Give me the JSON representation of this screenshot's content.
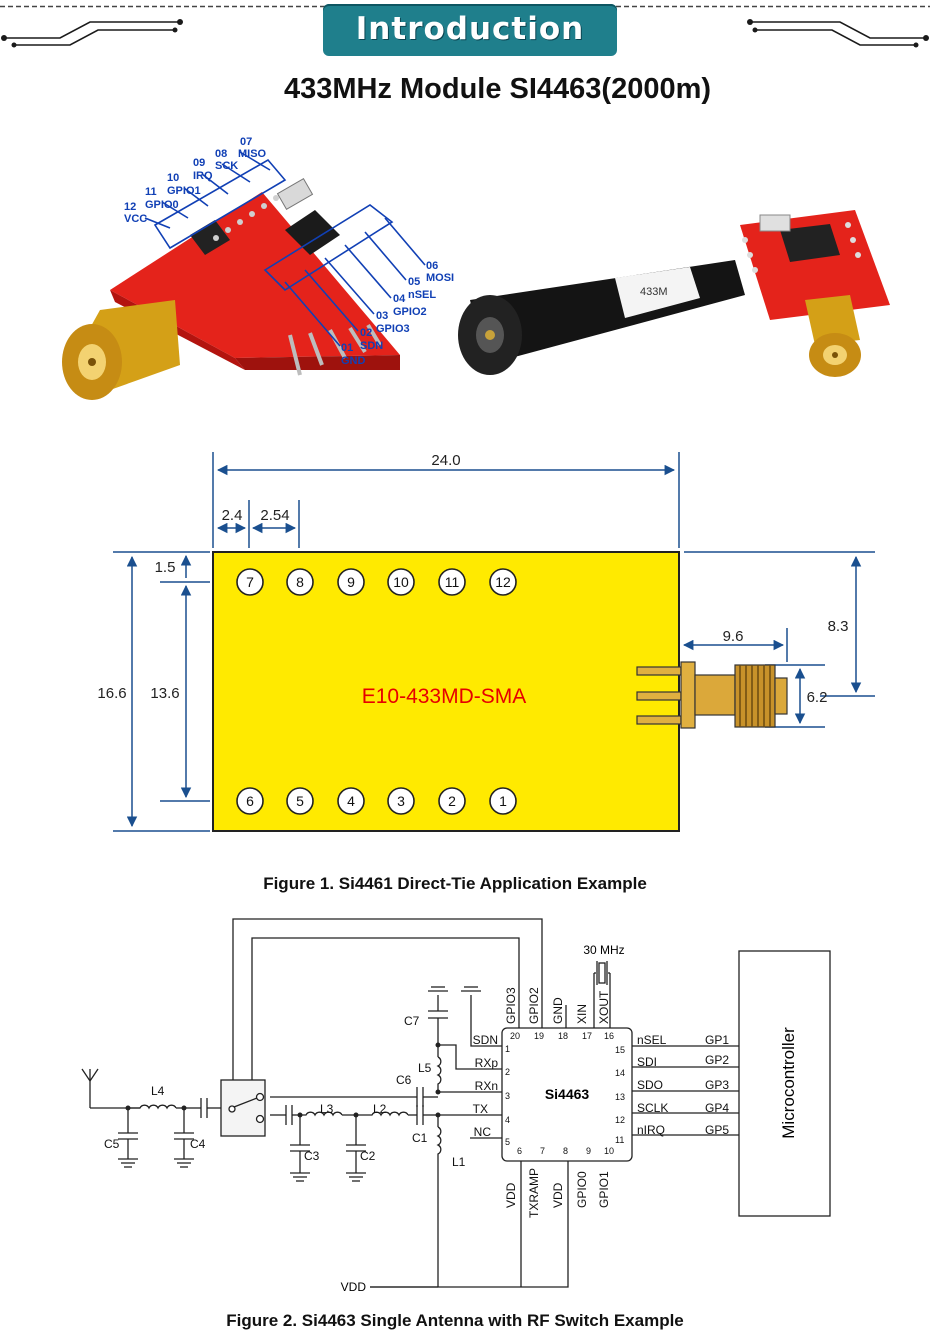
{
  "header": {
    "banner_label": "Introduction",
    "title": "433MHz Module SI4463(2000m)"
  },
  "photo": {
    "pin_labels": [
      {
        "num": "07",
        "name": "MISO"
      },
      {
        "num": "08",
        "name": "SCK"
      },
      {
        "num": "09",
        "name": "IRQ"
      },
      {
        "num": "10",
        "name": "GPIO1"
      },
      {
        "num": "11",
        "name": "GPIO0"
      },
      {
        "num": "12",
        "name": "VCC"
      },
      {
        "num": "06",
        "name": "MOSI"
      },
      {
        "num": "05",
        "name": "nSEL"
      },
      {
        "num": "04",
        "name": "GPIO2"
      },
      {
        "num": "03",
        "name": "GPIO3"
      },
      {
        "num": "02",
        "name": "SDN"
      },
      {
        "num": "01",
        "name": "GND"
      }
    ],
    "antenna_label": "433M"
  },
  "dimensions": {
    "total_width": "24.0",
    "edge_offset": "2.4",
    "pin_pitch": "2.54",
    "top_offset": "1.5",
    "height_total": "16.6",
    "height_inner": "13.6",
    "connector_offset": "8.3",
    "connector_length": "9.6",
    "connector_height": "6.2",
    "module_label": "E10-433MD-SMA",
    "top_pins": [
      "7",
      "8",
      "9",
      "10",
      "11",
      "12"
    ],
    "bottom_pins": [
      "6",
      "5",
      "4",
      "3",
      "2",
      "1"
    ]
  },
  "figure1_caption": "Figure 1. Si4461 Direct-Tie Application Example",
  "figure2_caption": "Figure 2. Si4463 Single Antenna with RF Switch Example",
  "schematic": {
    "chip": "Si4463",
    "mcu": "Microcontroller",
    "crystal": "30 MHz",
    "supply": "VDD",
    "top_pins": [
      {
        "num": "20",
        "name": "GPIO3"
      },
      {
        "num": "19",
        "name": "GPIO2"
      },
      {
        "num": "18",
        "name": "GND"
      },
      {
        "num": "17",
        "name": "XIN"
      },
      {
        "num": "16",
        "name": "XOUT"
      }
    ],
    "left_pins": [
      {
        "num": "1",
        "name": "SDN"
      },
      {
        "num": "2",
        "name": "RXp"
      },
      {
        "num": "3",
        "name": "RXn"
      },
      {
        "num": "4",
        "name": "TX"
      },
      {
        "num": "5",
        "name": "NC"
      }
    ],
    "right_pins": [
      {
        "num": "15",
        "name": "nSEL",
        "gp": "GP1"
      },
      {
        "num": "14",
        "name": "SDI",
        "gp": "GP2"
      },
      {
        "num": "13",
        "name": "SDO",
        "gp": "GP3"
      },
      {
        "num": "12",
        "name": "SCLK",
        "gp": "GP4"
      },
      {
        "num": "11",
        "name": "nIRQ",
        "gp": "GP5"
      }
    ],
    "bottom_pins": [
      {
        "num": "6",
        "name": "VDD"
      },
      {
        "num": "7",
        "name": "TXRAMP"
      },
      {
        "num": "8",
        "name": "VDD"
      },
      {
        "num": "9",
        "name": "GPIO0"
      },
      {
        "num": "10",
        "name": "GPIO1"
      }
    ],
    "components": {
      "c1": "C1",
      "c2": "C2",
      "c3": "C3",
      "c4": "C4",
      "c5": "C5",
      "c6": "C6",
      "c7": "C7",
      "l1": "L1",
      "l2": "L2",
      "l3": "L3",
      "l4": "L4",
      "l5": "L5"
    }
  }
}
